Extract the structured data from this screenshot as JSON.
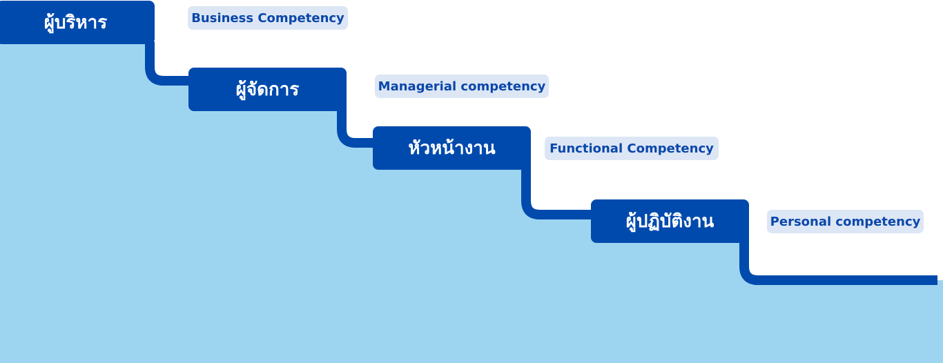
{
  "colors": {
    "dark_blue": "#004aad",
    "light_blue": "#9dd5f1",
    "pill_bg": "#dce6f5",
    "pill_text": "#0a47a9"
  },
  "levels": [
    {
      "title": "ผู้บริหาร",
      "competency": "Business Competency"
    },
    {
      "title": "ผู้จัดการ",
      "competency": "Managerial competency"
    },
    {
      "title": "หัวหน้างาน",
      "competency": "Functional Competency"
    },
    {
      "title": "ผู้ปฏิบัติงาน",
      "competency": "Personal competency"
    }
  ]
}
